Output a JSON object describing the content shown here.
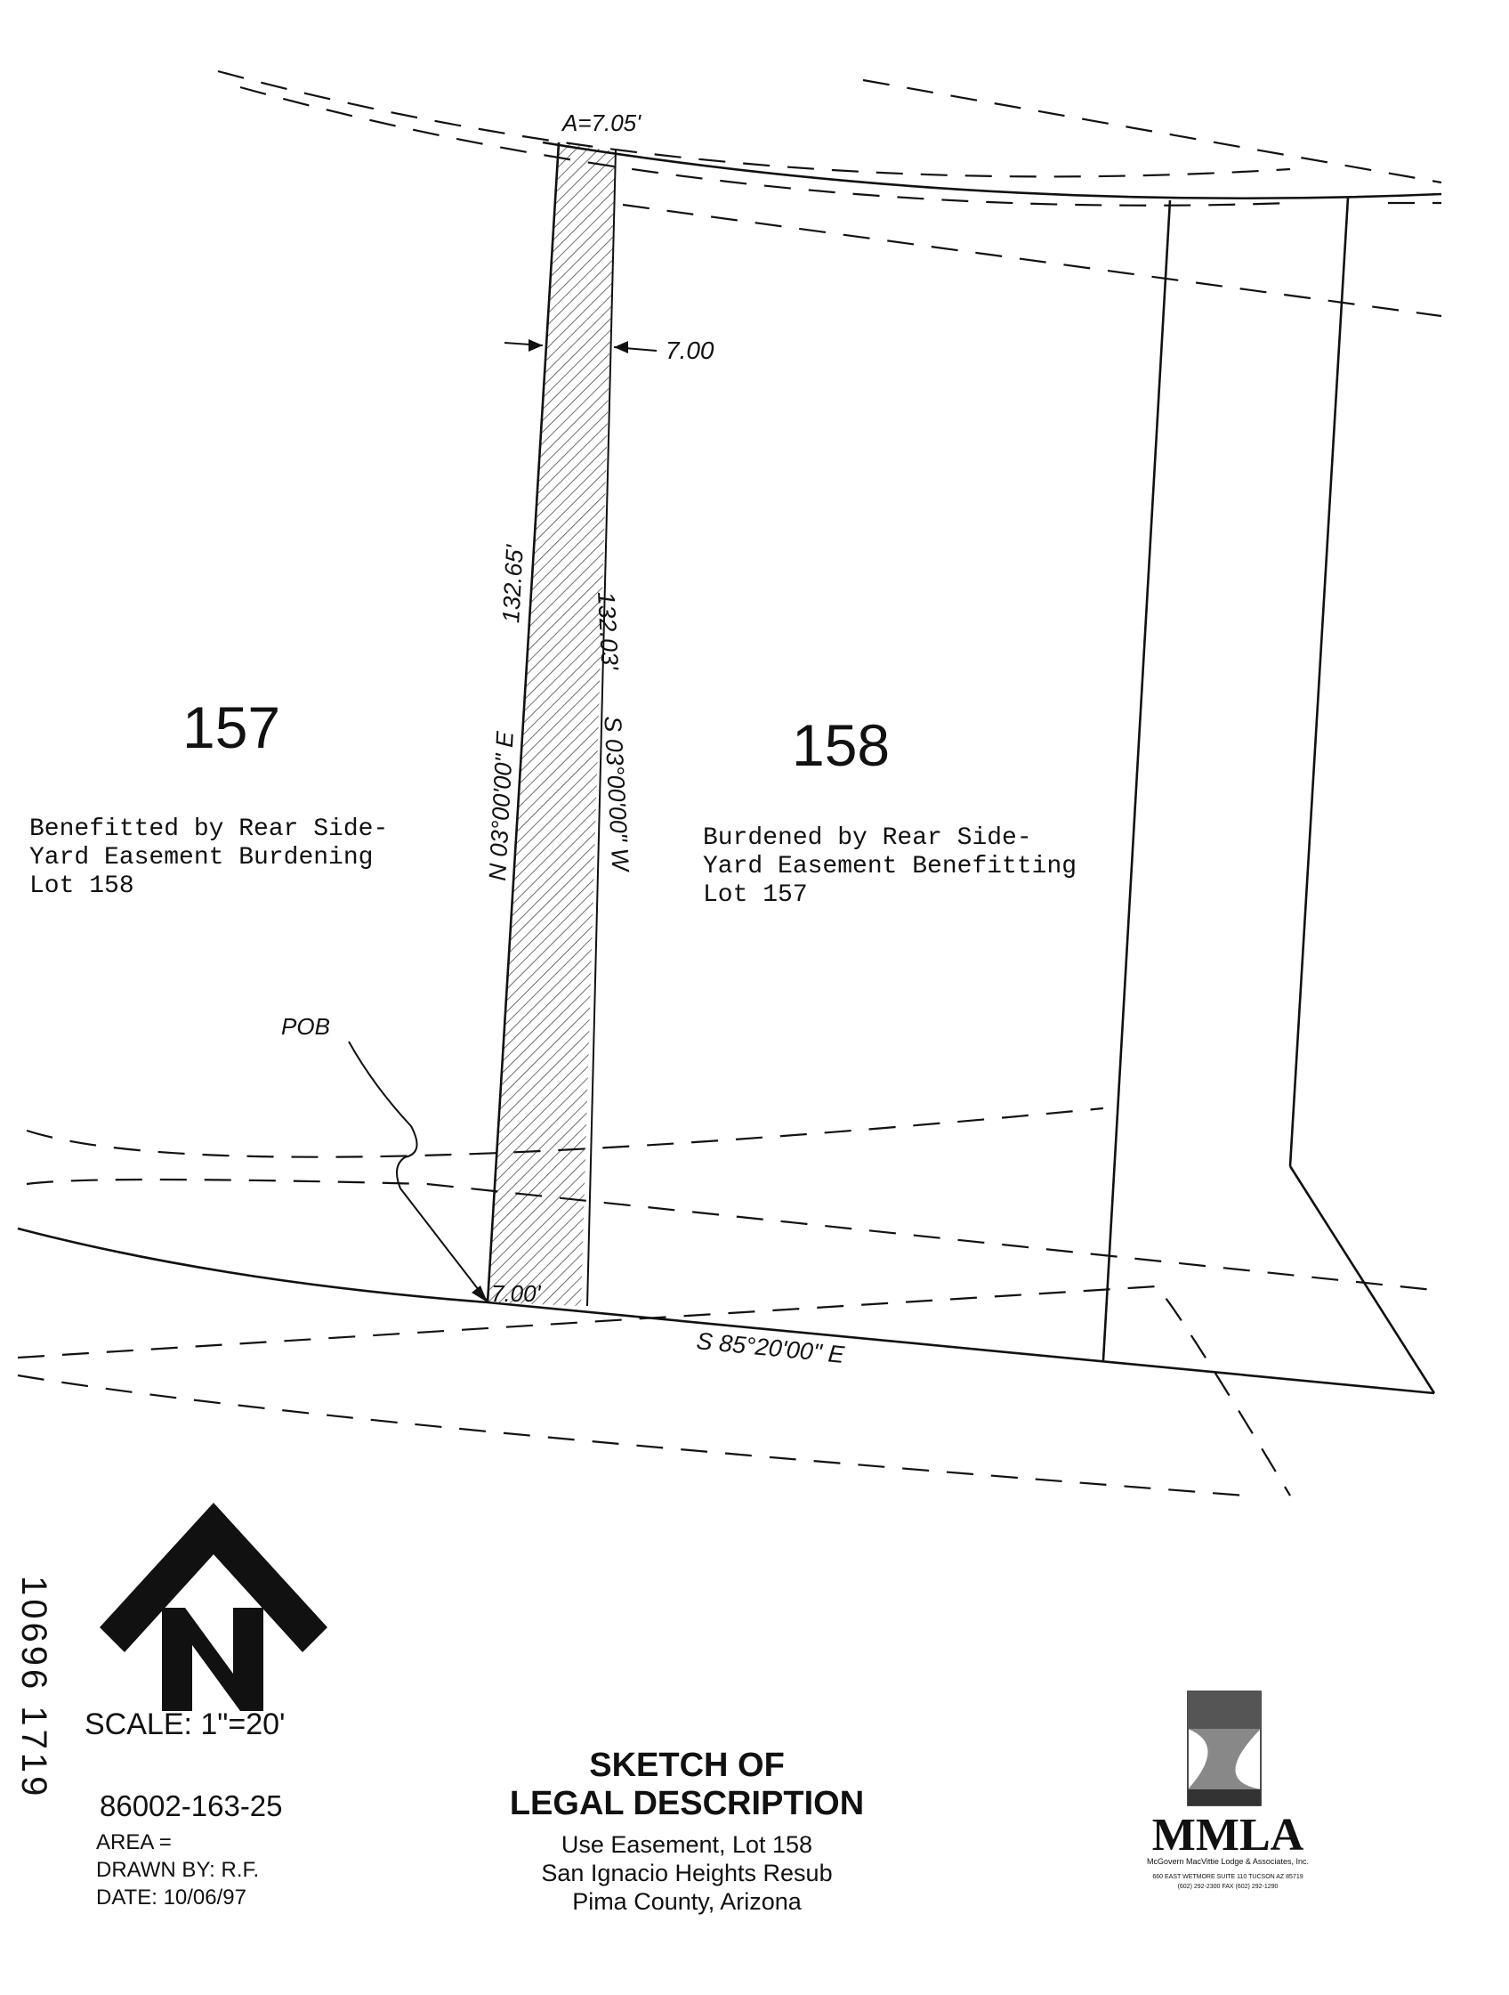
{
  "lots": {
    "lot_157": {
      "number": "157",
      "note_lines": [
        "Benefitted by Rear Side-",
        "Yard Easement Burdening",
        "Lot 158"
      ]
    },
    "lot_158": {
      "number": "158",
      "note_lines": [
        "Burdened by Rear Side-",
        "Yard Easement Benefitting",
        "Lot 157"
      ]
    }
  },
  "dimensions": {
    "arc_length": "A=7.05'",
    "easement_width": "7.00",
    "bottom_width": "7.00'",
    "west_bearing": "N 03°00'00\" E",
    "west_distance": "132.65'",
    "east_bearing": "S 03°00'00\" W",
    "east_distance": "132.03'",
    "south_bearing": "S 85°20'00\" E"
  },
  "pob_label": "POB",
  "recording_number": "10696   1719",
  "scale": "SCALE:  1\"=20'",
  "title_block": {
    "file_number": "86002-163-25",
    "area": "AREA =",
    "drawn_by": "DRAWN BY: R.F.",
    "date": "DATE: 10/06/97",
    "title_line_1": "SKETCH OF",
    "title_line_2": "LEGAL DESCRIPTION",
    "subtitle_lines": [
      "Use Easement, Lot 158",
      "San Ignacio Heights Resub",
      "Pima County, Arizona"
    ]
  },
  "company": {
    "name": "MMLA",
    "full_name": "McGovern MacVittie Lodge & Associates, Inc.",
    "address": "660 EAST WETMORE SUITE 110 TUCSON AZ 85719",
    "phone": "(602) 292-2300   FAX (602) 292-1290"
  },
  "colors": {
    "ink": "#111111",
    "paper": "#ffffff"
  }
}
